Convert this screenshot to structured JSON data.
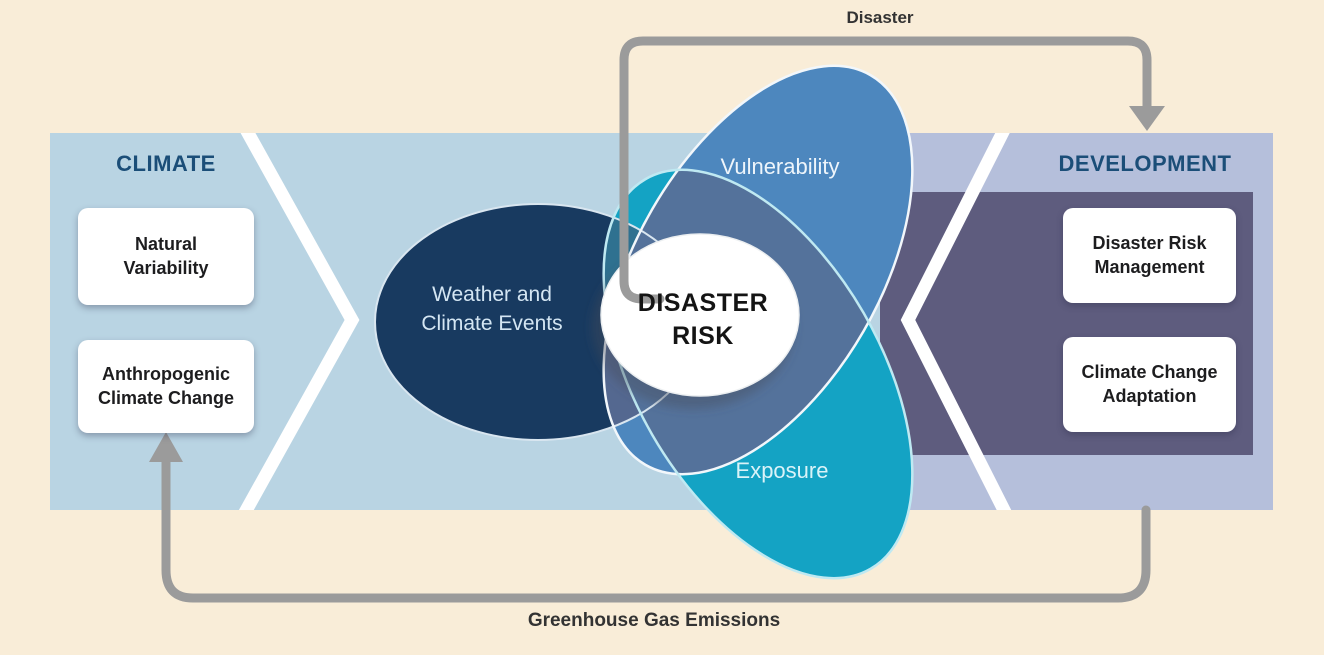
{
  "figure": {
    "background_color": "#f9edd8",
    "climate_panel": {
      "title": "CLIMATE",
      "color": "#b9d4e3",
      "boxes": [
        {
          "label": "Natural Variability"
        },
        {
          "label": "Anthropogenic Climate Change"
        }
      ]
    },
    "development_panel": {
      "title": "DEVELOPMENT",
      "outer_color": "#b5bfdb",
      "inner_color": "#5e5c7e",
      "boxes": [
        {
          "label": "Disaster Risk Management"
        },
        {
          "label": "Climate Change Adaptation"
        }
      ]
    },
    "venn": {
      "weather": {
        "label": "Weather and Climate Events",
        "color": "#183a60"
      },
      "vulnerability": {
        "label": "Vulnerability",
        "color": "#4d87be"
      },
      "exposure": {
        "label": "Exposure",
        "color": "#14a3c4"
      },
      "center": {
        "label": "DISASTER RISK",
        "color": "#ffffff"
      },
      "overlap_colors": {
        "vulnerability_weather": "#546890",
        "exposure_weather": "#2f7190",
        "vulnerability_exposure": "#54729b"
      }
    },
    "arrows": {
      "disaster": {
        "label": "Disaster",
        "color": "#9b9b9b"
      },
      "greenhouse": {
        "label": "Greenhouse Gas Emissions",
        "color": "#9b9b9b"
      }
    }
  }
}
